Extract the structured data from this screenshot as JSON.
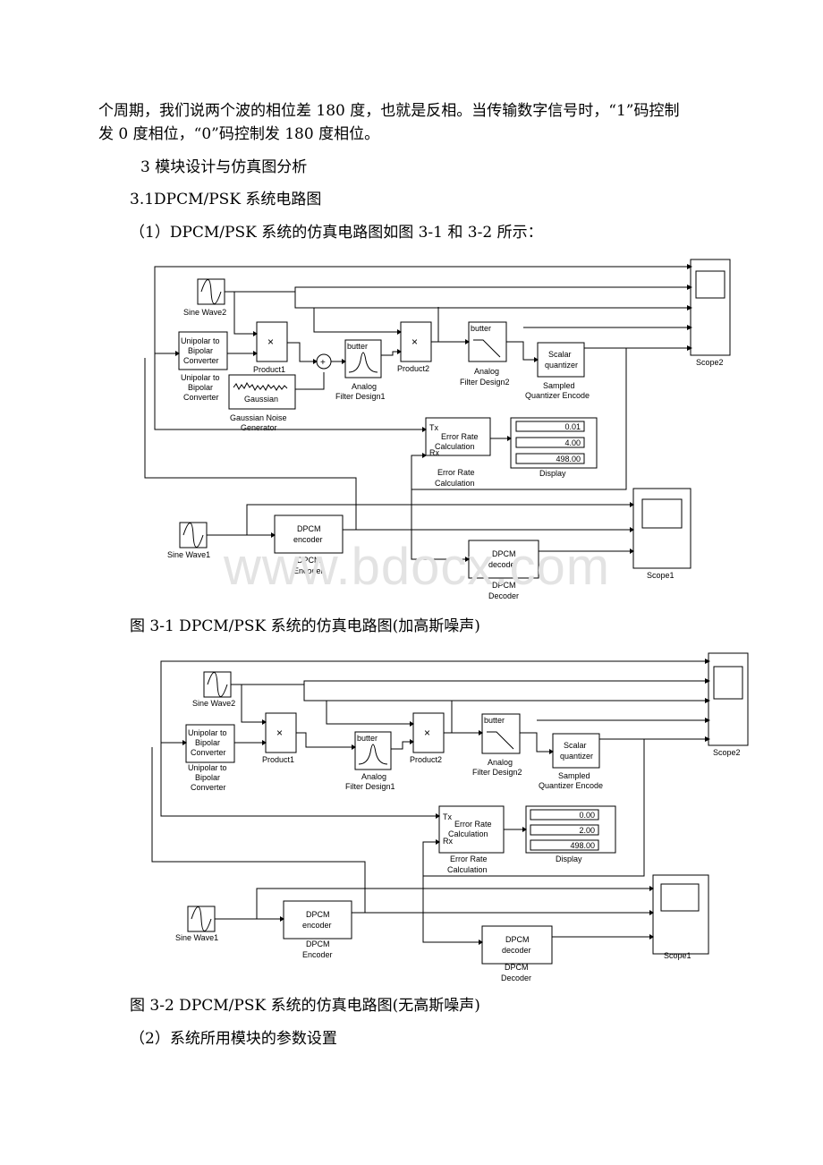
{
  "text": {
    "p1_line1": "个周期，我们说两个波的相位差 180 度，也就是反相。当传输数字信号时，“1”码控制",
    "p1_line2": "发 0 度相位，“0”码控制发 180 度相位。",
    "h3": "3 模块设计与仿真图分析",
    "h31": "3.1DPCM/PSK 系统电路图",
    "p_item1": "（1）DPCM/PSK 系统的仿真电路图如图 3-1 和 3-2 所示：",
    "fig1_caption": "图 3-1 DPCM/PSK 系统的仿真电路图(加高斯噪声)",
    "fig2_caption": "图 3-2  DPCM/PSK 系统的仿真电路图(无高斯噪声)",
    "p_item2": "（2）系统所用模块的参数设置"
  },
  "watermark": "www.bdocx.com",
  "blocks": {
    "sine2": "Sine Wave2",
    "sine1": "Sine Wave1",
    "unipolar_body": [
      "Unipolar to",
      "Bipolar",
      "Converter"
    ],
    "unipolar_label": [
      "Unipolar to",
      "Bipolar",
      "Converter"
    ],
    "product_symbol": "×",
    "product1": "Product1",
    "product2": "Product2",
    "butter": "butter",
    "afd1": [
      "Analog",
      "Filter Design1"
    ],
    "afd2": [
      "Analog",
      "Filter Design2"
    ],
    "gaussian_body": "Gaussian",
    "gaussian_label": [
      "Gaussian Noise",
      "Generator"
    ],
    "scalar_body": [
      "Scalar",
      "quantizer"
    ],
    "sampled_label": [
      "Sampled",
      "Quantizer Encode"
    ],
    "err_tx": "Tx",
    "err_rx": "Rx",
    "err_body": [
      "Error Rate",
      "Calculation"
    ],
    "err_label": [
      "Error Rate",
      "Calculation"
    ],
    "display_label": "Display",
    "dpcm_enc_body": [
      "DPCM",
      "encoder"
    ],
    "dpcm_enc_label": [
      "DPCM",
      "Encoder"
    ],
    "dpcm_dec_body": [
      "DPCM",
      "decoder"
    ],
    "dpcm_dec_label": [
      "DPCM",
      "Decoder"
    ],
    "scope1": "Scope1",
    "scope2": "Scope2"
  },
  "fig1_display": [
    "0.01",
    "4.00",
    "498.00"
  ],
  "fig2_display": [
    "0.00",
    "2.00",
    "498.00"
  ]
}
